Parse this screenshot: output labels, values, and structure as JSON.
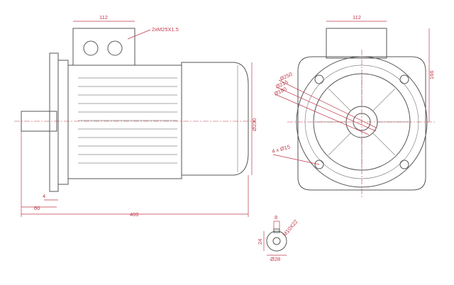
{
  "dimensions": {
    "side_view": {
      "terminal_box_width": "112",
      "cable_glands": "2xM25X1.5",
      "body_diameter": "Ø230",
      "flange_offset": "4",
      "shaft_length": "60",
      "overall_length": "400"
    },
    "end_view": {
      "terminal_box_width": "112",
      "terminal_box_height": "166",
      "flange_outer_diameter": "Ø250",
      "bolt_circle_diameter": "Ø215",
      "spigot_diameter": "Ø180",
      "mounting_holes": "4 x Ø15"
    },
    "shaft_section": {
      "key_width": "8",
      "key_depth": "24",
      "thread": "M10X22",
      "shaft_diameter": "Ø28"
    }
  },
  "colors": {
    "outline": "#555555",
    "dimension": "#c0394a"
  }
}
